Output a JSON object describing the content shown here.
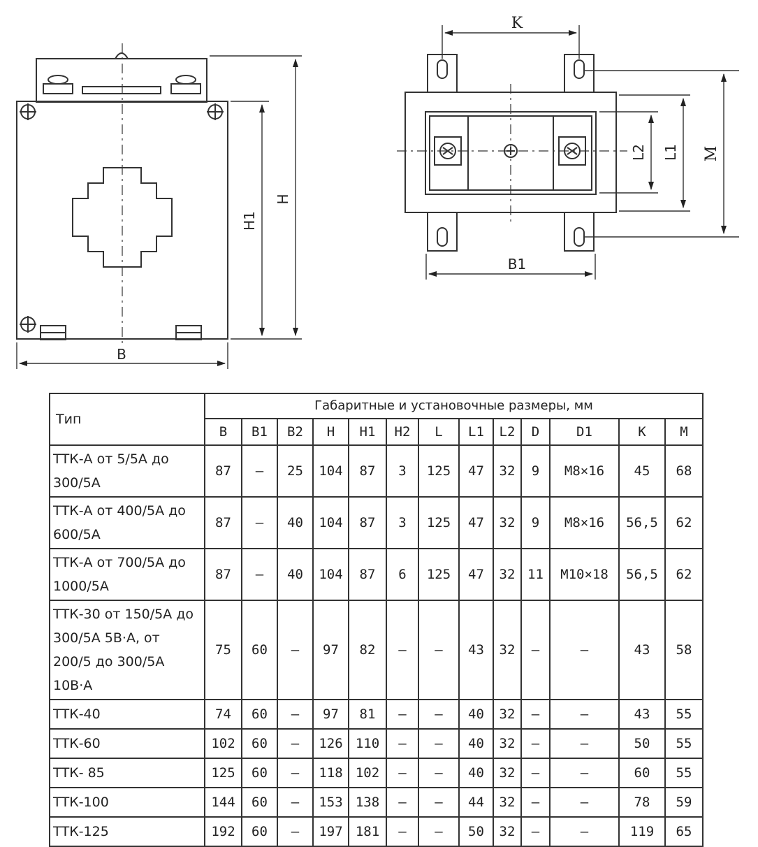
{
  "drawing": {
    "labels": {
      "B": "B",
      "H": "H",
      "H1": "H1",
      "K": "K",
      "L1": "L1",
      "L2": "L2",
      "M": "M",
      "B1": "B1"
    }
  },
  "table": {
    "type_header": "Тип",
    "group_header": "Габаритные и установочные размеры, мм",
    "columns": [
      "B",
      "B1",
      "B2",
      "H",
      "H1",
      "H2",
      "L",
      "L1",
      "L2",
      "D",
      "D1",
      "K",
      "M"
    ],
    "rows": [
      {
        "type": "ТТК-А от 5/5А до 300/5А",
        "values": [
          "87",
          "–",
          "25",
          "104",
          "87",
          "3",
          "125",
          "47",
          "32",
          "9",
          "М8×16",
          "45",
          "68"
        ]
      },
      {
        "type": "ТТК-А от 400/5А до 600/5А",
        "values": [
          "87",
          "–",
          "40",
          "104",
          "87",
          "3",
          "125",
          "47",
          "32",
          "9",
          "М8×16",
          "56,5",
          "62"
        ]
      },
      {
        "type": "ТТК-А от 700/5А до 1000/5А",
        "values": [
          "87",
          "–",
          "40",
          "104",
          "87",
          "6",
          "125",
          "47",
          "32",
          "11",
          "М10×18",
          "56,5",
          "62"
        ]
      },
      {
        "type": "ТТК-30 от 150/5А до 300/5А 5В·А, от 200/5 до 300/5А 10В·А",
        "values": [
          "75",
          "60",
          "–",
          "97",
          "82",
          "–",
          "–",
          "43",
          "32",
          "–",
          "–",
          "43",
          "58"
        ]
      },
      {
        "type": "ТТК-40",
        "values": [
          "74",
          "60",
          "–",
          "97",
          "81",
          "–",
          "–",
          "40",
          "32",
          "–",
          "–",
          "43",
          "55"
        ]
      },
      {
        "type": "ТТК-60",
        "values": [
          "102",
          "60",
          "–",
          "126",
          "110",
          "–",
          "–",
          "40",
          "32",
          "–",
          "–",
          "50",
          "55"
        ]
      },
      {
        "type": "ТТК- 85",
        "values": [
          "125",
          "60",
          "–",
          "118",
          "102",
          "–",
          "–",
          "40",
          "32",
          "–",
          "–",
          "60",
          "55"
        ]
      },
      {
        "type": "ТТК-100",
        "values": [
          "144",
          "60",
          "–",
          "153",
          "138",
          "–",
          "–",
          "44",
          "32",
          "–",
          "–",
          "78",
          "59"
        ]
      },
      {
        "type": "ТТК-125",
        "values": [
          "192",
          "60",
          "–",
          "197",
          "181",
          "–",
          "–",
          "50",
          "32",
          "–",
          "–",
          "119",
          "65"
        ]
      }
    ]
  }
}
